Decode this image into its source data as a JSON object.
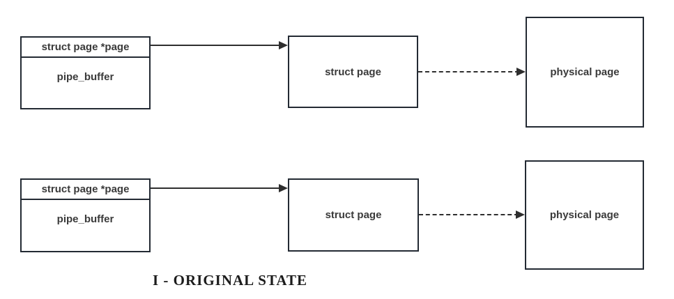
{
  "diagram": {
    "caption": "I - ORIGINAL STATE",
    "colors": {
      "border": "#232a33",
      "text": "#3a3a3a",
      "arrow": "#2e2e2e",
      "background": "#ffffff"
    },
    "rows": [
      {
        "pipe_buffer": {
          "pointer_label": "struct page *page",
          "body_label": "pipe_buffer"
        },
        "struct_page": {
          "label": "struct page"
        },
        "physical_page": {
          "label": "physical page"
        },
        "arrows": {
          "pointer_to_struct": "solid",
          "struct_to_physical": "dashed"
        }
      },
      {
        "pipe_buffer": {
          "pointer_label": "struct page *page",
          "body_label": "pipe_buffer"
        },
        "struct_page": {
          "label": "struct page"
        },
        "physical_page": {
          "label": "physical page"
        },
        "arrows": {
          "pointer_to_struct": "solid",
          "struct_to_physical": "dashed"
        }
      }
    ]
  }
}
